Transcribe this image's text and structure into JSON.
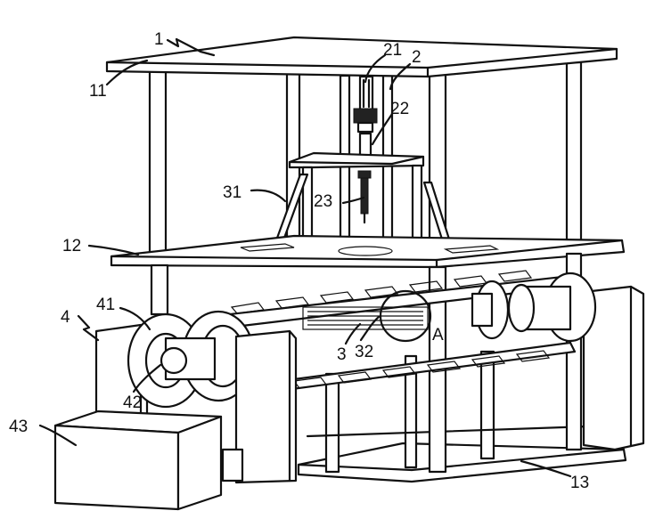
{
  "figure": {
    "labels": [
      {
        "id": "l1",
        "text": "1"
      },
      {
        "id": "l11",
        "text": "11"
      },
      {
        "id": "l21",
        "text": "21"
      },
      {
        "id": "l2",
        "text": "2"
      },
      {
        "id": "l22",
        "text": "22"
      },
      {
        "id": "l31",
        "text": "31"
      },
      {
        "id": "l23",
        "text": "23"
      },
      {
        "id": "l12",
        "text": "12"
      },
      {
        "id": "l4",
        "text": "4"
      },
      {
        "id": "l41",
        "text": "41"
      },
      {
        "id": "l3",
        "text": "3"
      },
      {
        "id": "l32",
        "text": "32"
      },
      {
        "id": "lA",
        "text": "A"
      },
      {
        "id": "l42",
        "text": "42"
      },
      {
        "id": "l43",
        "text": "43"
      },
      {
        "id": "l13",
        "text": "13"
      }
    ]
  }
}
